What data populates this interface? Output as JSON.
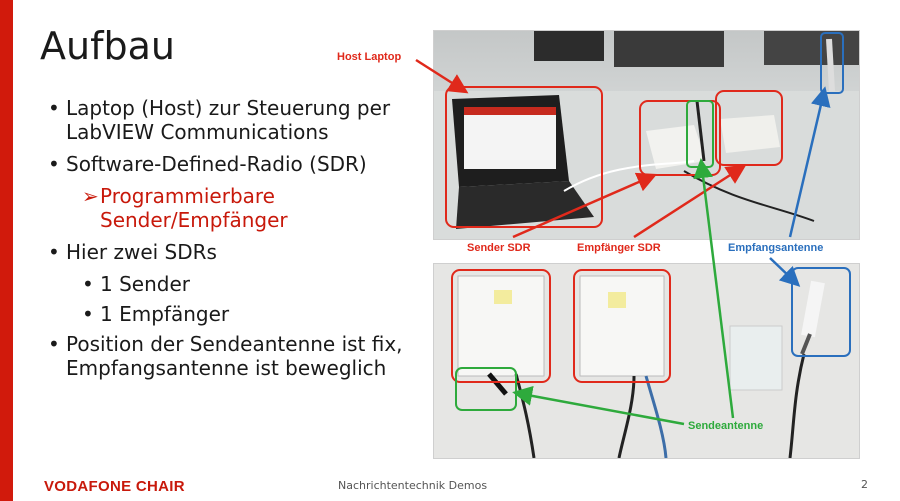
{
  "slide": {
    "title": "Aufbau",
    "bullets": [
      {
        "text": "Laptop (Host) zur Steuerung per LabVIEW Communications"
      },
      {
        "text": "Software-Defined-Radio (SDR)"
      },
      {
        "sub_red_arrow": "➢",
        "sub_red": "Programmierbare Sender/Empfänger"
      },
      {
        "text": "Hier zwei SDRs"
      },
      {
        "sub": "1 Sender"
      },
      {
        "sub": "1 Empfänger"
      },
      {
        "text": "Position der Sendeantenne ist fix, Empfangsantenne ist beweglich"
      }
    ]
  },
  "annotations": {
    "host_laptop": "Host Laptop",
    "sender_sdr": "Sender SDR",
    "empfaenger_sdr": "Empfänger SDR",
    "empfangsantenne": "Empfangsantenne",
    "sendeantenne": "Sendeantenne"
  },
  "footer": {
    "brand": "VODAFONE CHAIR",
    "center": "Nachrichtentechnik Demos",
    "page": "2"
  },
  "colors": {
    "accent_red": "#d11a0c",
    "box_red": "#e0291b",
    "box_green": "#2eaa3c",
    "box_blue": "#2a6fbd"
  }
}
